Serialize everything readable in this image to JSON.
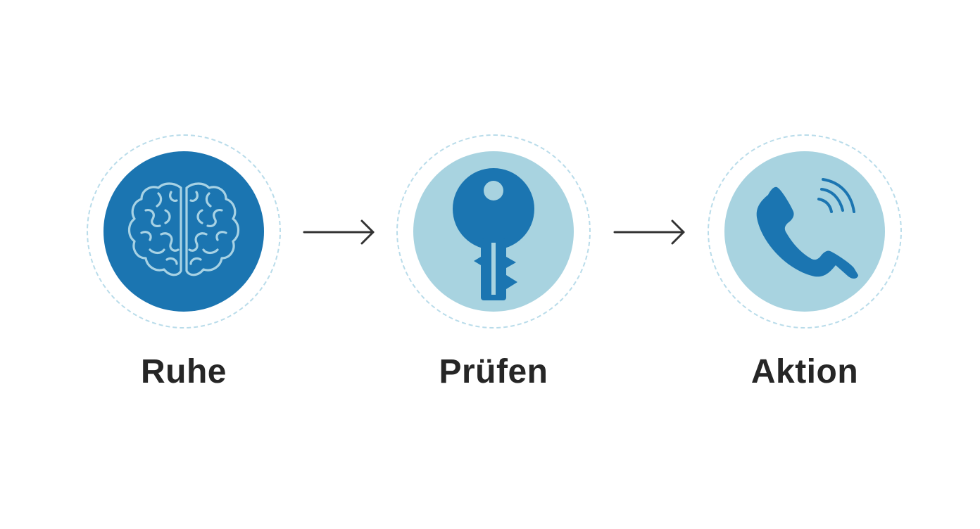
{
  "steps": [
    {
      "label": "Ruhe",
      "icon": "brain-icon"
    },
    {
      "label": "Prüfen",
      "icon": "key-icon"
    },
    {
      "label": "Aktion",
      "icon": "phone-icon"
    }
  ],
  "colors": {
    "dark_blue": "#1b75b1",
    "light_blue": "#a8d3e0",
    "brain_line": "#a7d2e4",
    "halo": "#b9dcea",
    "arrow": "#333333",
    "label": "#262626"
  }
}
